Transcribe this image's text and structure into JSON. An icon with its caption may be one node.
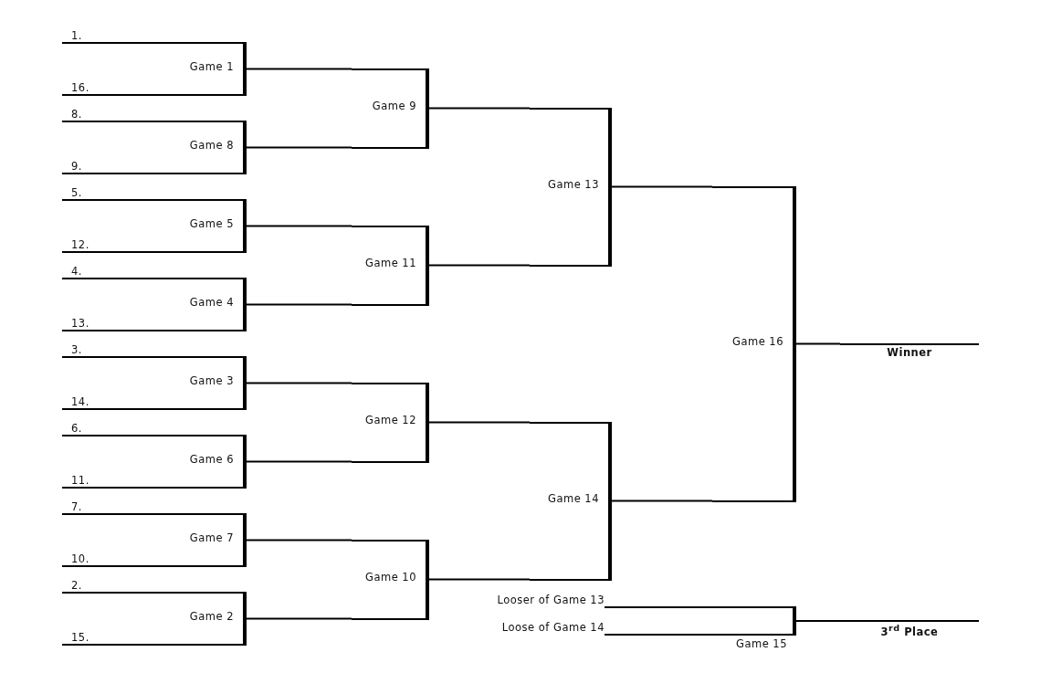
{
  "diagram": {
    "nodes": [
      {
        "text": [
          "1."
        ]
      },
      {
        "text": [
          "16."
        ]
      },
      {
        "text": [
          "8."
        ]
      },
      {
        "text": [
          "9."
        ]
      },
      {
        "text": [
          "5."
        ]
      },
      {
        "text": [
          "12."
        ]
      },
      {
        "text": [
          "4."
        ]
      },
      {
        "text": [
          "13."
        ]
      },
      {
        "text": [
          "3."
        ]
      },
      {
        "text": [
          "14."
        ]
      },
      {
        "text": [
          "6."
        ]
      },
      {
        "text": [
          "11."
        ]
      },
      {
        "text": [
          "7."
        ]
      },
      {
        "text": [
          "10."
        ]
      },
      {
        "text": [
          "2."
        ]
      },
      {
        "text": [
          "15."
        ]
      },
      {
        "text": [
          "Game 1"
        ]
      },
      {
        "text": [
          "Game 8"
        ]
      },
      {
        "text": [
          "Game 5"
        ]
      },
      {
        "text": [
          "Game 4"
        ]
      },
      {
        "text": [
          "Game 3"
        ]
      },
      {
        "text": [
          "Game 6"
        ]
      },
      {
        "text": [
          "Game 7"
        ]
      },
      {
        "text": [
          "Game 2"
        ]
      },
      {
        "text": [
          "Game 9"
        ]
      },
      {
        "text": [
          "Game 11"
        ]
      },
      {
        "text": [
          "Game 12"
        ]
      },
      {
        "text": [
          "Game 10"
        ]
      },
      {
        "text": [
          "Game 13"
        ]
      },
      {
        "text": [
          "Game 14"
        ]
      },
      {
        "text": [
          "Game 16"
        ]
      },
      {
        "text": [
          "Winner"
        ]
      },
      {
        "text": [
          "Looser of Game 13"
        ]
      },
      {
        "text": [
          "Loose of Game 14"
        ]
      },
      {
        "text": [
          "Game 15"
        ]
      },
      {
        "text": [
          "3$^{rd}$ Place"
        ]
      }
    ],
    "edges": [
      {
        "from": 0,
        "to": 16,
        "arrow": "none"
      },
      {
        "from": 1,
        "to": 16,
        "arrow": "none"
      },
      {
        "from": 2,
        "to": 17,
        "arrow": "none"
      },
      {
        "from": 3,
        "to": 17,
        "arrow": "none"
      },
      {
        "from": 4,
        "to": 18,
        "arrow": "none"
      },
      {
        "from": 5,
        "to": 18,
        "arrow": "none"
      },
      {
        "from": 6,
        "to": 19,
        "arrow": "none"
      },
      {
        "from": 7,
        "to": 19,
        "arrow": "none"
      },
      {
        "from": 8,
        "to": 20,
        "arrow": "none"
      },
      {
        "from": 9,
        "to": 20,
        "arrow": "none"
      },
      {
        "from": 10,
        "to": 21,
        "arrow": "none"
      },
      {
        "from": 11,
        "to": 21,
        "arrow": "none"
      },
      {
        "from": 12,
        "to": 22,
        "arrow": "none"
      },
      {
        "from": 13,
        "to": 22,
        "arrow": "none"
      },
      {
        "from": 14,
        "to": 23,
        "arrow": "none"
      },
      {
        "from": 15,
        "to": 23,
        "arrow": "none"
      },
      {
        "from": 16,
        "to": 24,
        "arrow": "none"
      },
      {
        "from": 17,
        "to": 24,
        "arrow": "none"
      },
      {
        "from": 18,
        "to": 25,
        "arrow": "none"
      },
      {
        "from": 19,
        "to": 25,
        "arrow": "none"
      },
      {
        "from": 20,
        "to": 26,
        "arrow": "none"
      },
      {
        "from": 21,
        "to": 26,
        "arrow": "none"
      },
      {
        "from": 22,
        "to": 27,
        "arrow": "none"
      },
      {
        "from": 23,
        "to": 27,
        "arrow": "none"
      },
      {
        "from": 24,
        "to": 28,
        "arrow": "none"
      },
      {
        "from": 25,
        "to": 28,
        "arrow": "none"
      },
      {
        "from": 26,
        "to": 29,
        "arrow": "none"
      },
      {
        "from": 27,
        "to": 29,
        "arrow": "none"
      },
      {
        "from": 28,
        "to": 30,
        "arrow": "none"
      },
      {
        "from": 29,
        "to": 30,
        "arrow": "none"
      },
      {
        "from": 30,
        "to": 31,
        "arrow": "none"
      },
      {
        "from": 32,
        "to": 34,
        "arrow": "none"
      },
      {
        "from": 33,
        "to": 34,
        "arrow": "none"
      },
      {
        "from": 34,
        "to": 35,
        "arrow": "none"
      }
    ]
  }
}
